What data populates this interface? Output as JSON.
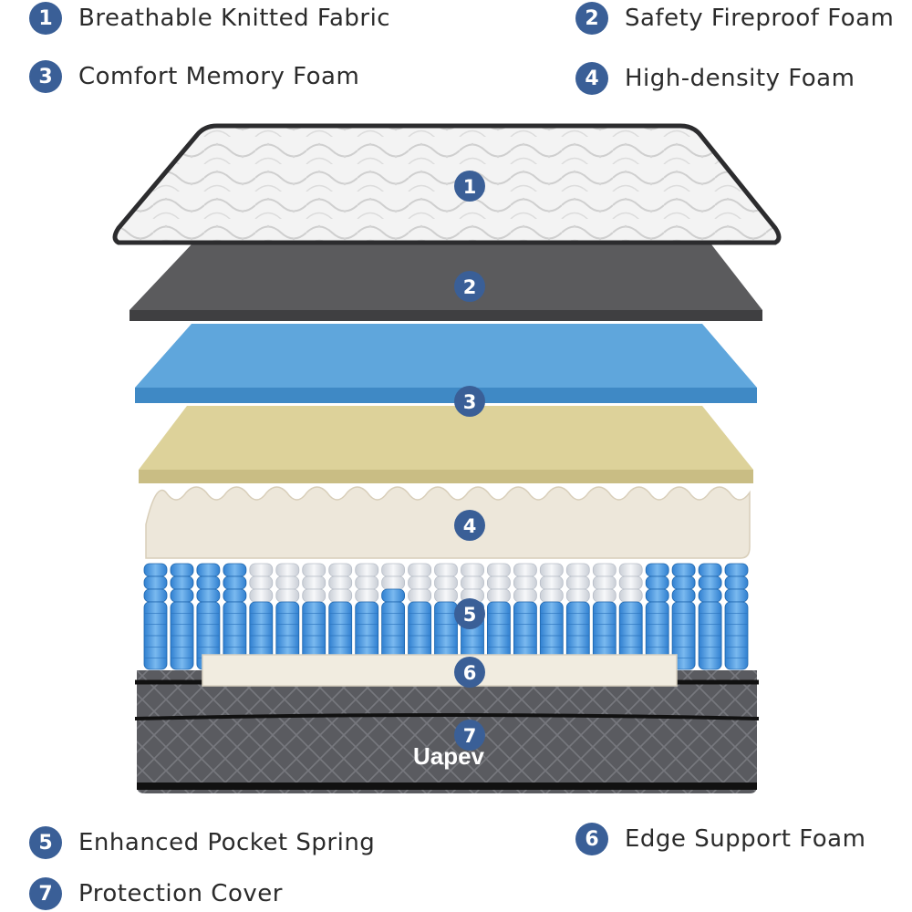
{
  "legend": [
    {
      "num": "1",
      "label": "Breathable Knitted Fabric"
    },
    {
      "num": "2",
      "label": "Safety Fireproof Foam"
    },
    {
      "num": "3",
      "label": "Comfort Memory Foam"
    },
    {
      "num": "4",
      "label": "High-density Foam"
    },
    {
      "num": "5",
      "label": "Enhanced Pocket Spring"
    },
    {
      "num": "6",
      "label": "Edge Support Foam"
    },
    {
      "num": "7",
      "label": "Protection Cover"
    }
  ],
  "brand": "Uapev",
  "colors": {
    "badge": "#3a5f97",
    "fabric": "#f2f2f2",
    "fireproof": "#5b5b5d",
    "memory_foam": "#5fa6dc",
    "high_density": "#ddd29a",
    "egg_crate": "#ede7da",
    "spring_blue": "#4d98df",
    "spring_white": "#e9ecf0",
    "edge_foam": "#f1ece0",
    "cover": "#5a5b60"
  }
}
